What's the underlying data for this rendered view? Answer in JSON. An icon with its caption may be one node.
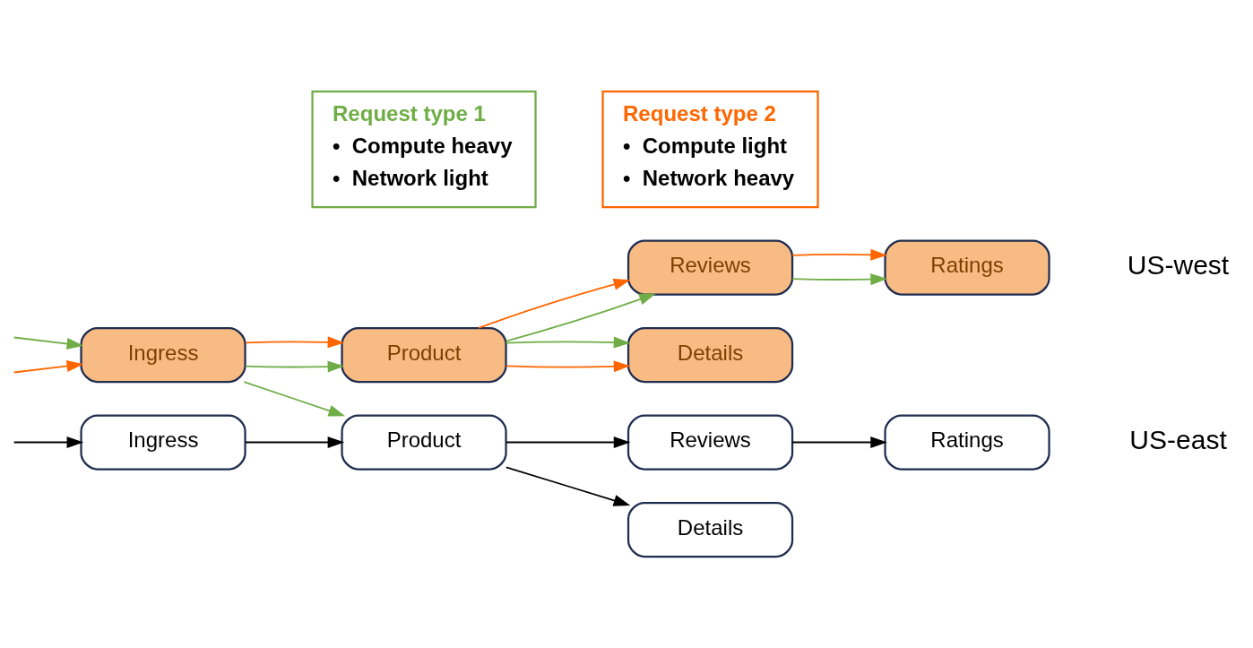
{
  "diagram": {
    "nodes": [
      {
        "text": [
          "Request type 1",
          "•  Compute heavy",
          "•  Network light"
        ]
      },
      {
        "text": [
          "Request type 2",
          "•  Compute light",
          "•  Network heavy"
        ]
      },
      {
        "text": [
          "Ingress"
        ]
      },
      {
        "text": [
          "Product"
        ]
      },
      {
        "text": [
          "Reviews"
        ]
      },
      {
        "text": [
          "Ratings"
        ]
      },
      {
        "text": [
          "Details"
        ]
      },
      {
        "text": [
          "Ingress"
        ]
      },
      {
        "text": [
          "Product"
        ]
      },
      {
        "text": [
          "Reviews"
        ]
      },
      {
        "text": [
          "Ratings"
        ]
      },
      {
        "text": [
          "Details"
        ]
      }
    ],
    "edges": [
      {
        "from": null,
        "to": 2,
        "arrow": "to",
        "color": "#70ad47"
      },
      {
        "from": null,
        "to": 2,
        "arrow": "to",
        "color": "#ff6600"
      },
      {
        "from": 2,
        "to": 3,
        "arrow": "to",
        "color": "#70ad47"
      },
      {
        "from": 2,
        "to": 3,
        "arrow": "to",
        "color": "#ff6600"
      },
      {
        "from": 3,
        "to": 4,
        "arrow": "to",
        "color": "#70ad47"
      },
      {
        "from": 3,
        "to": 4,
        "arrow": "to",
        "color": "#ff6600"
      },
      {
        "from": 4,
        "to": 5,
        "arrow": "to",
        "color": "#70ad47"
      },
      {
        "from": 4,
        "to": 5,
        "arrow": "to",
        "color": "#ff6600"
      },
      {
        "from": 3,
        "to": 6,
        "arrow": "to",
        "color": "#ff6600"
      },
      {
        "from": 3,
        "to": 6,
        "arrow": "to",
        "color": "#70ad47"
      },
      {
        "from": 2,
        "to": 8,
        "arrow": "to",
        "color": "#70ad47"
      },
      {
        "from": null,
        "to": 7,
        "arrow": "to",
        "color": "#000000"
      },
      {
        "from": 7,
        "to": 8,
        "arrow": "to",
        "color": "#000000"
      },
      {
        "from": 8,
        "to": 9,
        "arrow": "to",
        "color": "#000000"
      },
      {
        "from": 9,
        "to": 10,
        "arrow": "to",
        "color": "#000000"
      },
      {
        "from": 8,
        "to": 11,
        "arrow": "to",
        "color": "#000000"
      }
    ],
    "labels": [
      "US-west",
      "US-east"
    ]
  }
}
